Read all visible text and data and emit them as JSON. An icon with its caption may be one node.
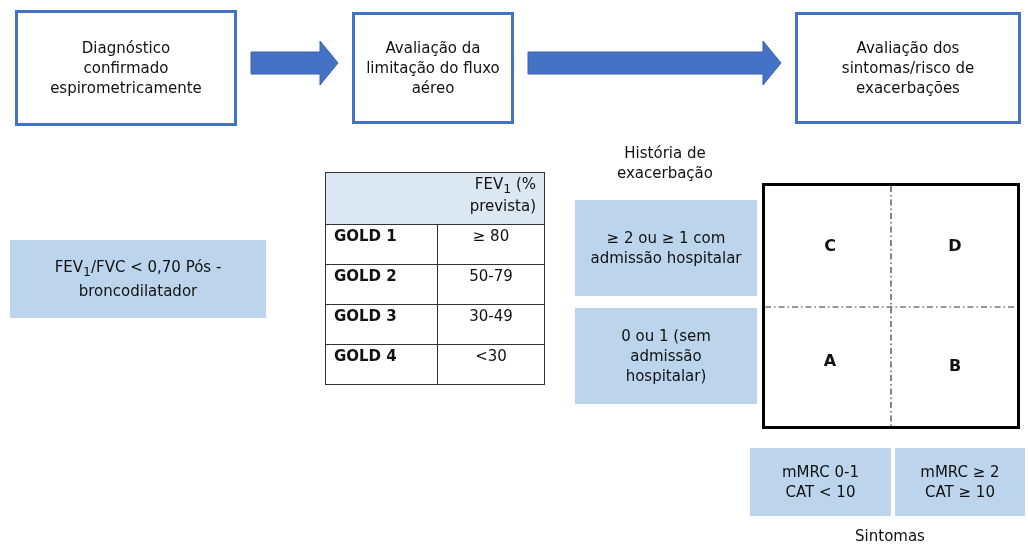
{
  "diagram": {
    "nodes": [
      {
        "text": [
          "Diagnóstico confirmado espirometricamente"
        ]
      },
      {
        "text": [
          "Avaliação da limitação do fluxo aéreo"
        ]
      },
      {
        "text": [
          "Avaliação dos sintomas/risco de exacerbações"
        ]
      },
      {
        "text": [
          "FEV$_{1}$/FVC < 0,70 Pós - broncodilatador"
        ]
      },
      {
        "text": [
          "≥ 2 ou ≥ 1 com admissão hospitalar"
        ]
      },
      {
        "text": [
          "0 ou 1 (sem admissão hospitalar)"
        ]
      },
      {
        "text": [
          "mMRC 0-1 CAT < 10"
        ]
      },
      {
        "text": [
          "mMRC ≥ 2 CAT ≥ 10"
        ]
      },
      {
        "text": [],
        "shape": "box"
      },
      {
        "text": [
          "C"
        ],
        "in": 8
      },
      {
        "text": [
          "D"
        ],
        "in": 8
      },
      {
        "text": [
          "A"
        ],
        "in": 8
      },
      {
        "text": [
          "B"
        ],
        "in": 8
      }
    ],
    "edges": [
      {
        "from": 0,
        "to": 1,
        "arrow": "to",
        "style": "thick"
      },
      {
        "from": 1,
        "to": 2,
        "arrow": "to",
        "style": "thick"
      }
    ],
    "labels": [
      "História de exacerbação",
      "FEV$_{1}$ (% prevista)",
      "GOLD 1",
      "≥ 80",
      "GOLD 2",
      "50-79",
      "GOLD 3",
      "30-49",
      "GOLD 4",
      "<30",
      "Sintomas"
    ]
  }
}
